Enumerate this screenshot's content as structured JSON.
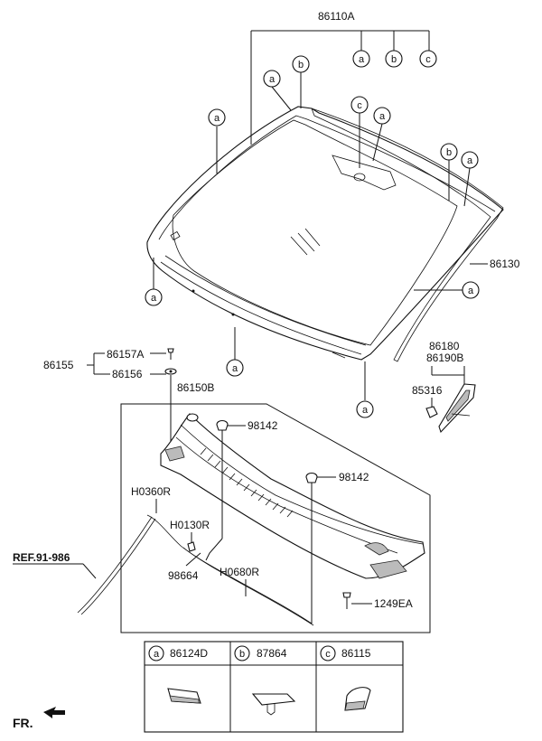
{
  "callouts": {
    "assembly_top": "86110A",
    "windshield_molding": "86130",
    "garnish_assy": "86180",
    "garnish_assy_b": "86190B",
    "clip_85316": "85316",
    "clip_group": "86155",
    "clip_upper": "86157A",
    "clip_lower": "86156",
    "cowl_panel": "86150B",
    "fastener_upper": "98142",
    "fastener_right": "98142",
    "seal_h0360r": "H0360R",
    "seal_h0130r": "H0130R",
    "nozzle": "98664",
    "seal_h0680r": "H0680R",
    "screw": "1249EA",
    "ref": "REF.91-986",
    "front": "FR."
  },
  "circle_letters": {
    "a": "a",
    "b": "b",
    "c": "c"
  },
  "legend": [
    {
      "letter": "a",
      "part_no": "86124D"
    },
    {
      "letter": "b",
      "part_no": "87864"
    },
    {
      "letter": "c",
      "part_no": "86115"
    }
  ]
}
